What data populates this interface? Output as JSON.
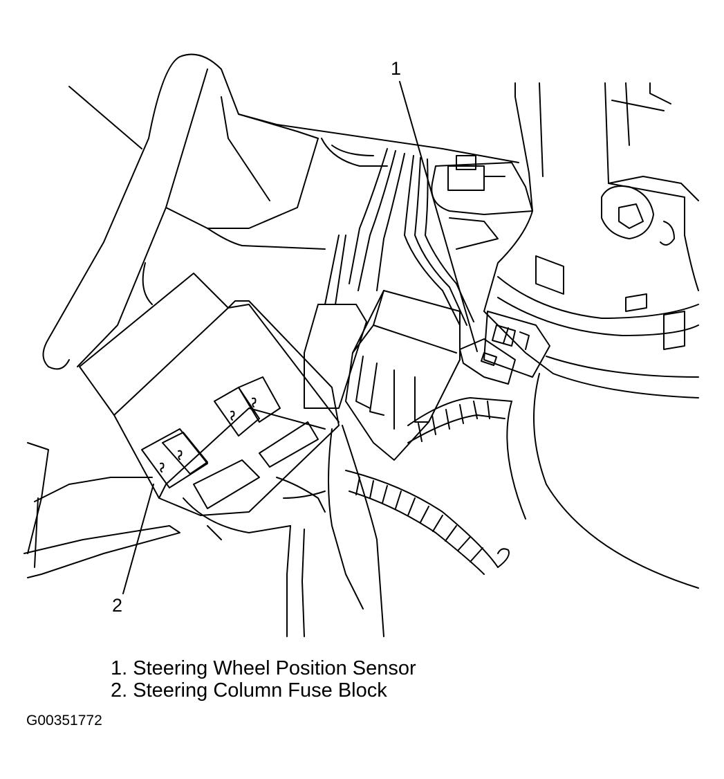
{
  "callouts": {
    "one": "1",
    "two": "2"
  },
  "legend": {
    "items": [
      "1. Steering Wheel Position Sensor",
      "2. Steering Column Fuse Block"
    ]
  },
  "figure_id": "G00351772"
}
